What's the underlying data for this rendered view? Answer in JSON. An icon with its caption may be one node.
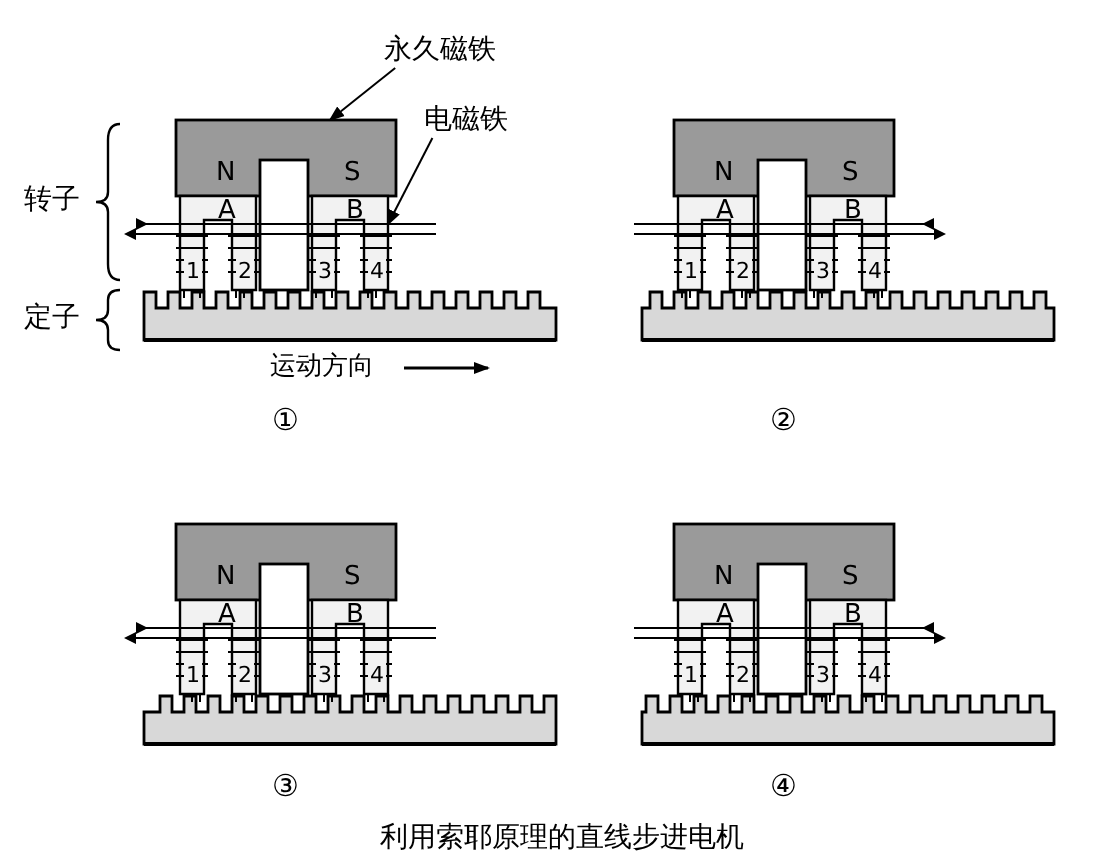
{
  "diagram": {
    "caption": "利用索耶原理的直线步进电机",
    "nodes": [
      {
        "text": [
          "永久磁铁"
        ]
      },
      {
        "text": [
          "电磁铁"
        ]
      },
      {
        "text": [],
        "shape": "box"
      },
      {
        "text": [],
        "shape": "box"
      }
    ],
    "edges": [
      {
        "from": 0,
        "to": 2,
        "arrow": "to"
      },
      {
        "from": 1,
        "to": 3,
        "arrow": "to"
      }
    ],
    "labels": [
      "转子",
      "定子",
      "运动方向",
      "N",
      "S",
      "A",
      "B",
      "1",
      "2",
      "3",
      "4",
      "①",
      "N",
      "S",
      "A",
      "B",
      "1",
      "2",
      "3",
      "4",
      "②",
      "N",
      "S",
      "A",
      "B",
      "1",
      "2",
      "3",
      "4",
      "③",
      "N",
      "S",
      "A",
      "B",
      "1",
      "2",
      "3",
      "4",
      "④"
    ]
  }
}
